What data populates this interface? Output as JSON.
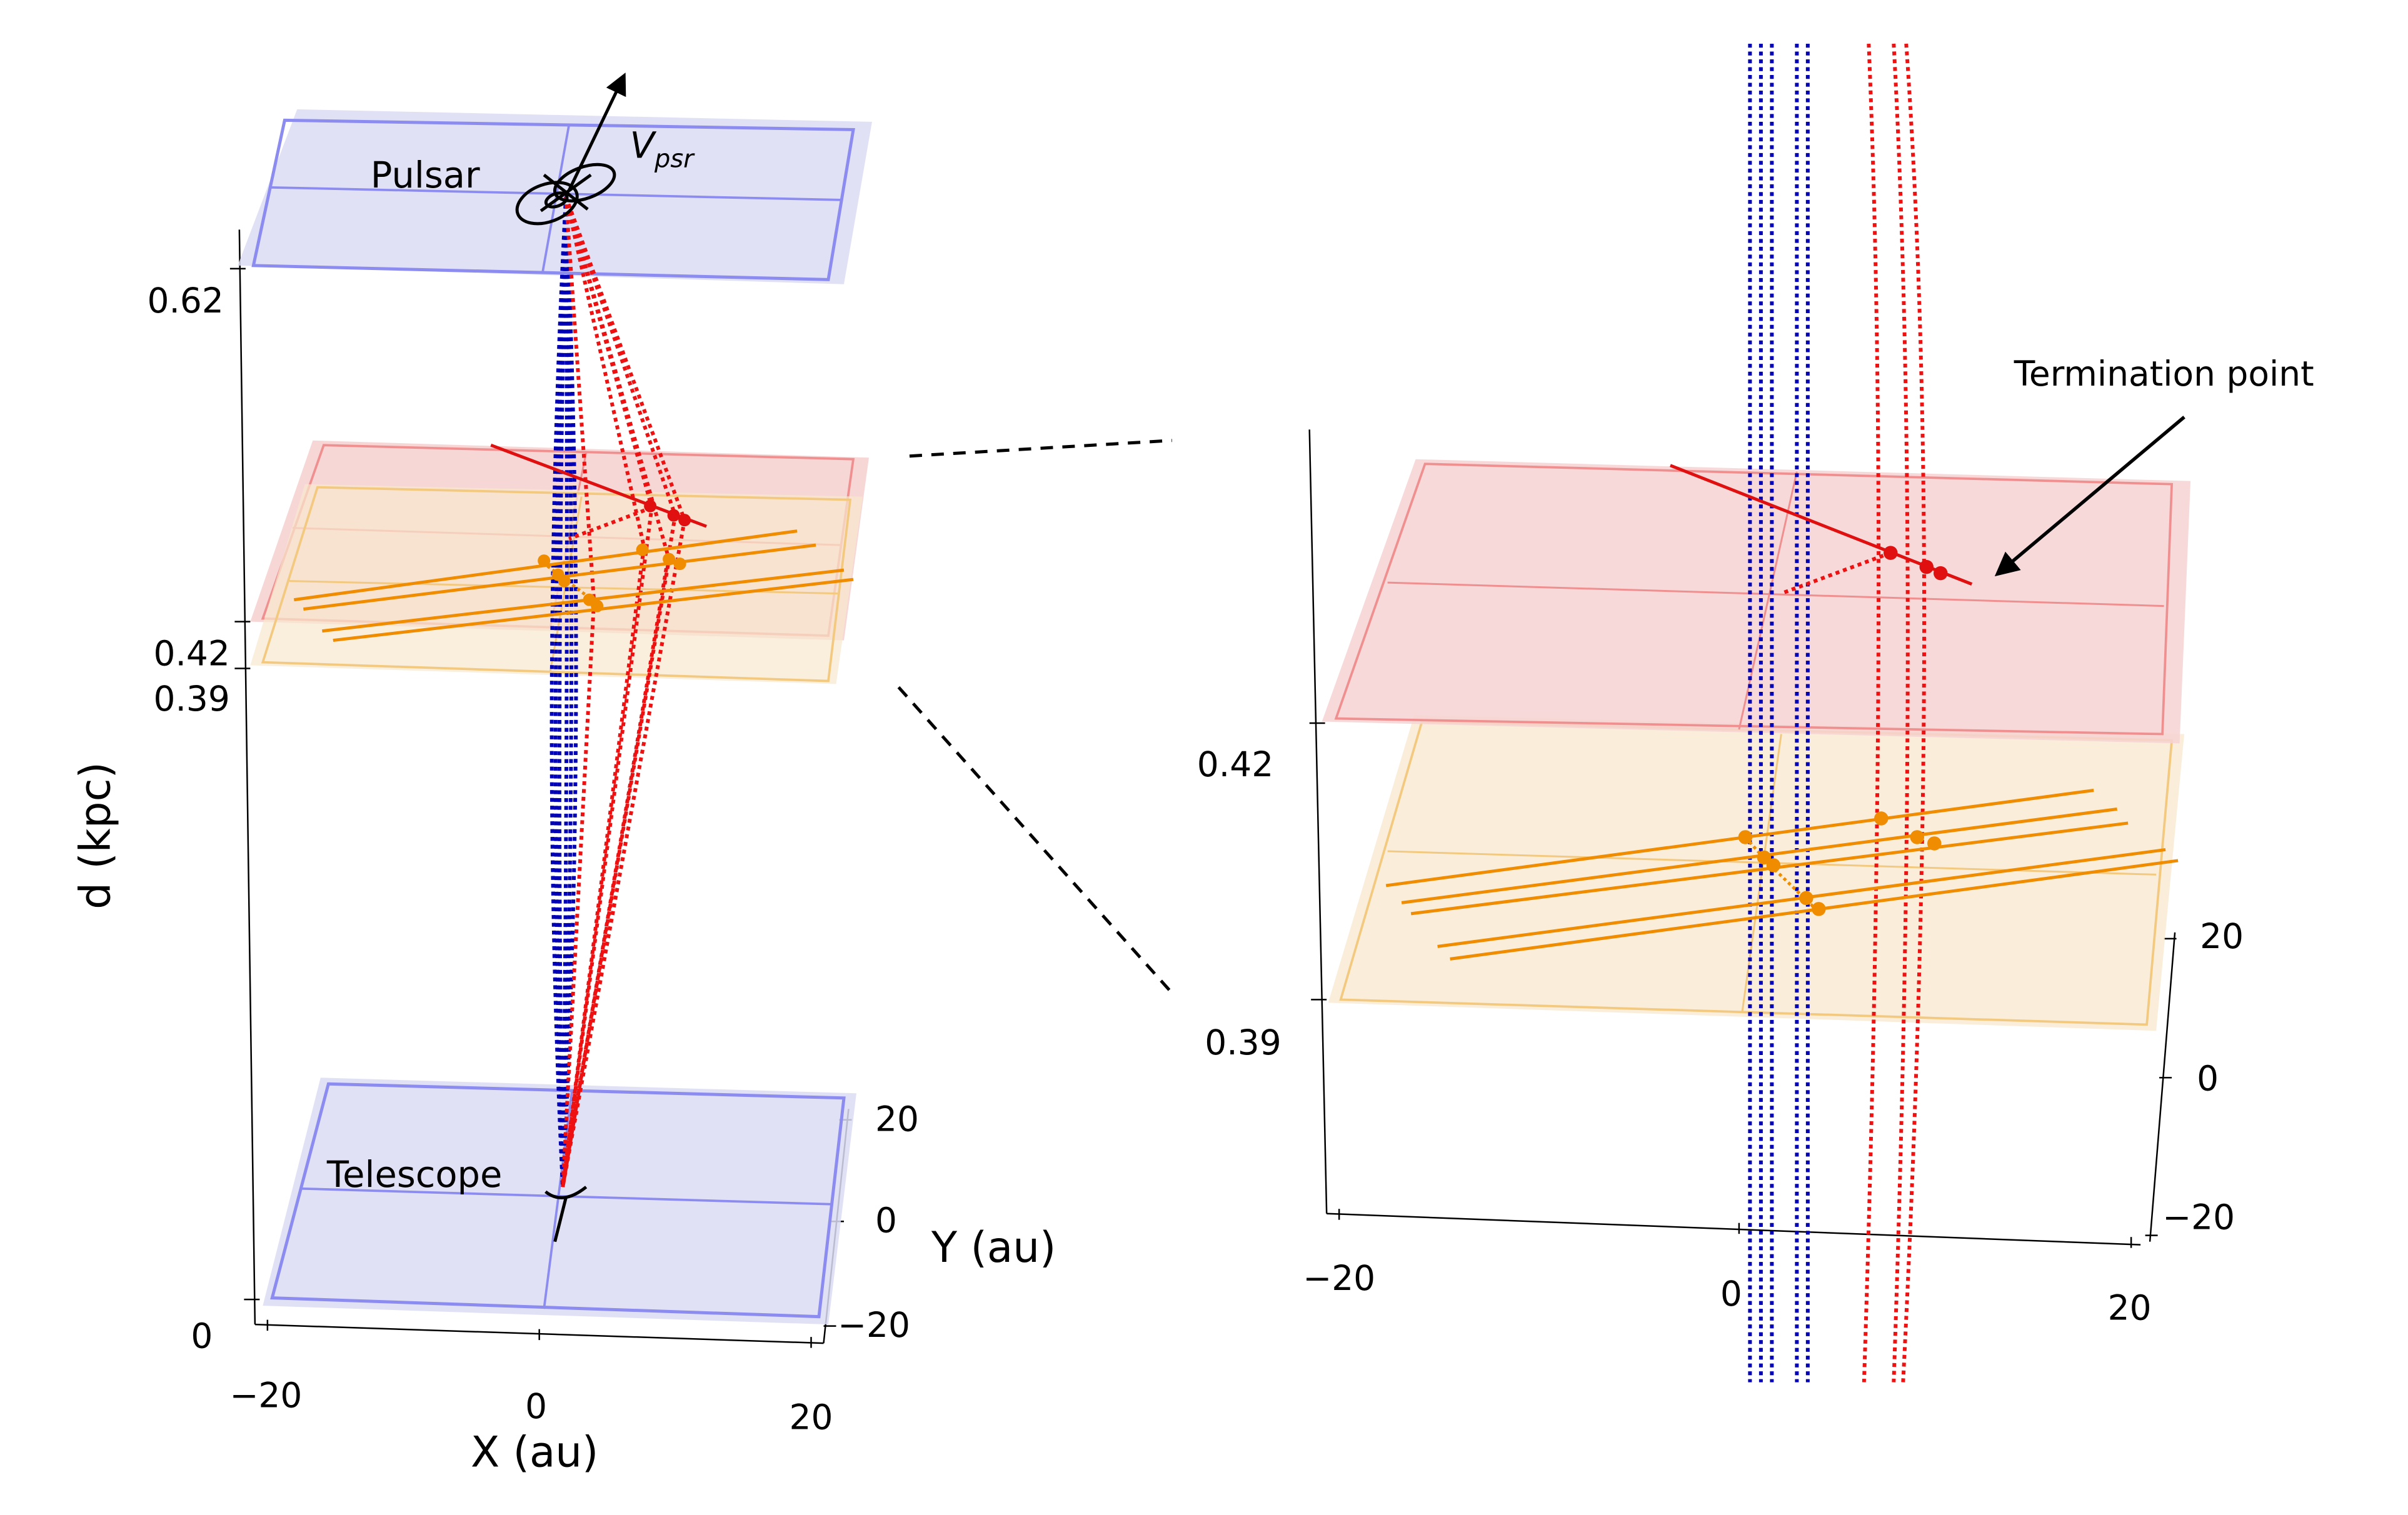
{
  "colors": {
    "screen_fill": "#dcdcf5",
    "screen_edge": "#8c8cf0",
    "red_screen_fill": "#f6d2d2",
    "red_screen_edge": "#ef8f8f",
    "orange_screen_fill": "#f8e8cf",
    "orange_screen_edge": "#f3c97f",
    "blue_paths": "#0000b4",
    "red_paths": "#ee1111",
    "orange_lines": "#f08c00",
    "red_line": "#e01010",
    "axes": "#000000"
  },
  "labels": {
    "pulsar": "Pulsar",
    "velocity_main": "V",
    "velocity_sub": "psr",
    "telescope": "Telescope",
    "termination": "Termination point"
  },
  "left_axes": {
    "d_label": "d (kpc)",
    "d_ticks": [
      "0.62",
      "0.42",
      "0.39",
      "0"
    ],
    "x_label": "X (au)",
    "x_ticks": [
      "−20",
      "0",
      "20"
    ],
    "y_label": "Y (au)",
    "y_ticks": [
      "20",
      "0",
      "−20"
    ]
  },
  "right_axes": {
    "d_ticks": [
      "0.42",
      "0.39"
    ],
    "x_ticks": [
      "−20",
      "0",
      "20"
    ],
    "y_ticks": [
      "20",
      "0",
      "−20"
    ]
  }
}
